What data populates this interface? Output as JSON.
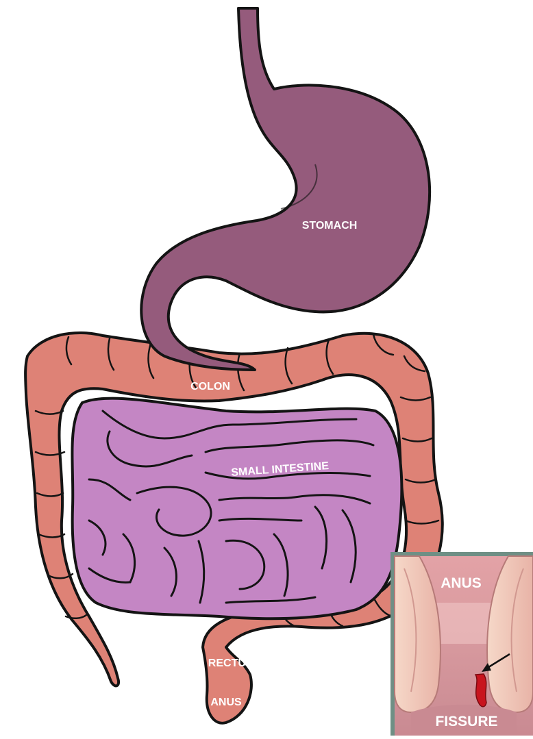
{
  "labels": {
    "stomach": "STOMACH",
    "colon": "COLON",
    "small_intestine": "SMALL INTESTINE",
    "rectum": "RECTUM",
    "anus": "ANUS"
  },
  "inset": {
    "top_label": "ANUS",
    "bottom_label": "FISSURE"
  },
  "colors": {
    "stomach": "#955b7c",
    "colon": "#de8276",
    "small_intestine": "#c486c4",
    "outline": "#141414",
    "inset_frame": "#6f8f85",
    "inset_tissue": "#dba8aa",
    "fissure": "#c8141e"
  }
}
